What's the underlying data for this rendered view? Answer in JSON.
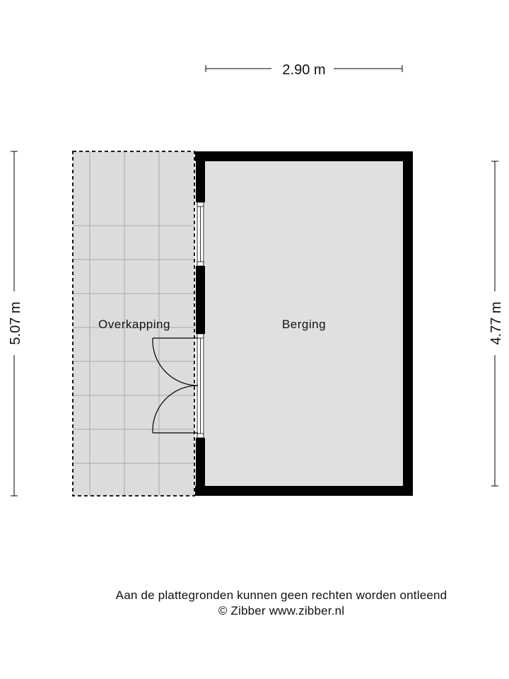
{
  "rooms": {
    "covered_area": "Overkapping",
    "storage": "Berging"
  },
  "dimensions": {
    "top_width": "2.90 m",
    "left_depth": "5.07 m",
    "right_depth": "4.77 m"
  },
  "footer": {
    "disclaimer": "Aan de plattegronden kunnen geen rechten worden ontleend",
    "copyright": "© Zibber www.zibber.nl"
  },
  "colors": {
    "wall": "#000000",
    "floor": "#e0e0e0",
    "covered_floor": "#dcdcdc",
    "tile_line": "#9a9a9a"
  }
}
